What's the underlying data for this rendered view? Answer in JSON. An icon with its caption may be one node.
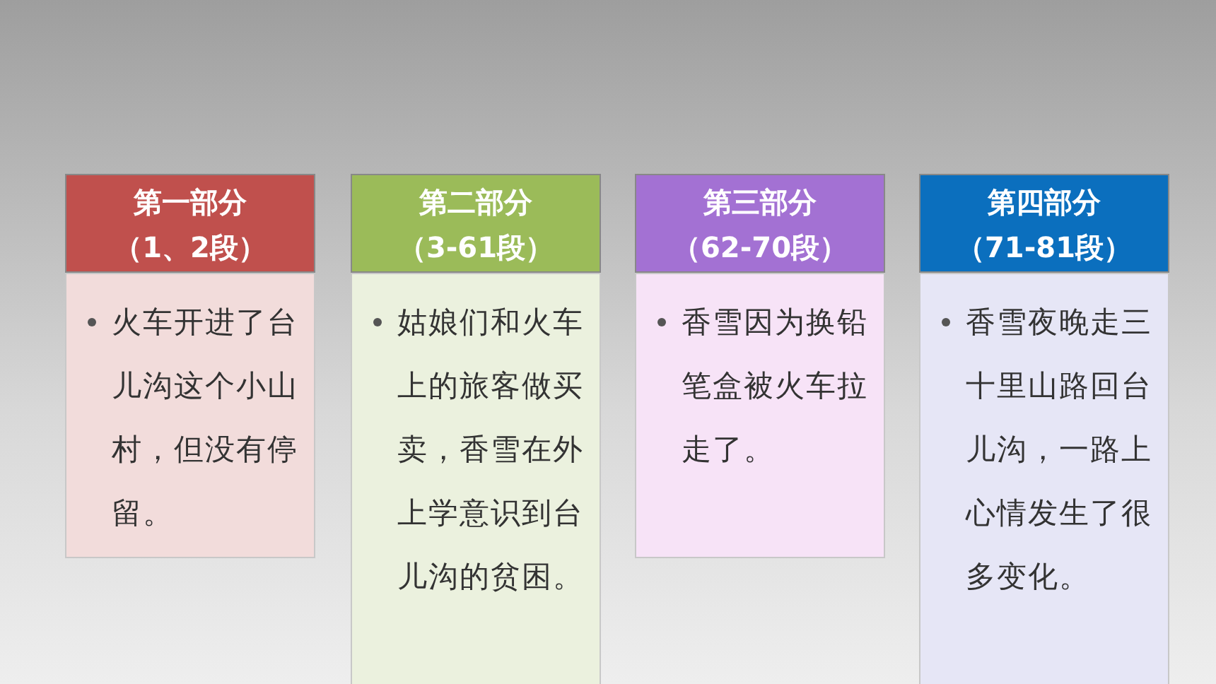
{
  "diagram": {
    "nodes": [
      {
        "text": [
          "第一部分",
          "（1、2段）"
        ]
      },
      {
        "text": [
          "火车开进了台儿沟这个小山村，但没有停留。"
        ]
      },
      {
        "text": [
          "第二部分",
          "（3-61段）"
        ]
      },
      {
        "text": [
          "姑娘们和火车上的旅客做买卖，香雪在外上学意识到台儿沟的贫困。"
        ]
      },
      {
        "text": [
          "第三部分",
          "（62-70段）"
        ]
      },
      {
        "text": [
          "香雪因为换铅笔盒被火车拉走了。"
        ]
      },
      {
        "text": [
          "第四部分",
          "（71-81段）"
        ]
      },
      {
        "text": [
          "香雪夜晚走三十里山路回台儿沟，一路上心情发生了很多变化。"
        ]
      }
    ]
  }
}
